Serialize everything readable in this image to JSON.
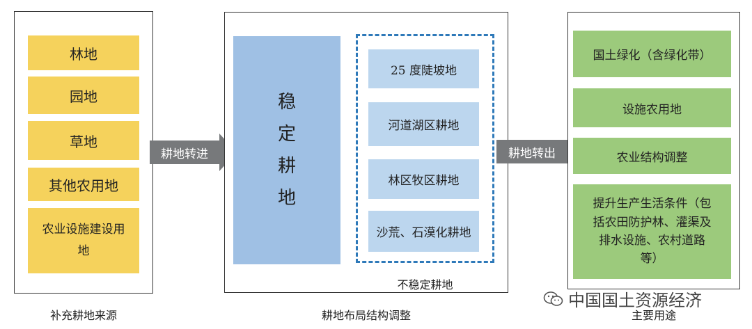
{
  "left_panel": {
    "items": [
      "林地",
      "园地",
      "草地",
      "其他农用地",
      "农业设施建设用地"
    ],
    "caption": "补充耕地来源"
  },
  "arrow_in": {
    "label": "耕地转进"
  },
  "middle_panel": {
    "stable": [
      "稳",
      "定",
      "耕",
      "地"
    ],
    "unstable_items": [
      "25 度陡坡地",
      "河道湖区耕地",
      "林区牧区耕地",
      "沙荒、石漠化耕地"
    ],
    "unstable_caption": "不稳定耕地",
    "caption": "耕地布局结构调整"
  },
  "arrow_out": {
    "label": "耕地转出"
  },
  "right_panel": {
    "items": [
      "国土绿化（含绿化带）",
      "设施农用地",
      "农业结构调整",
      "提升生产生活条件（包括农田防护林、灌渠及排水设施、农村道路等）"
    ],
    "caption": "主要用途"
  },
  "watermark": {
    "text": "中国国土资源经济",
    "icon": "wechat-icon"
  },
  "colors": {
    "yellow": "#f5d25c",
    "stable_blue": "#9fc0e4",
    "light_blue": "#bcd6ee",
    "green": "#9cca7c",
    "dashed": "#2e79b9",
    "arrow": "#77797b"
  }
}
